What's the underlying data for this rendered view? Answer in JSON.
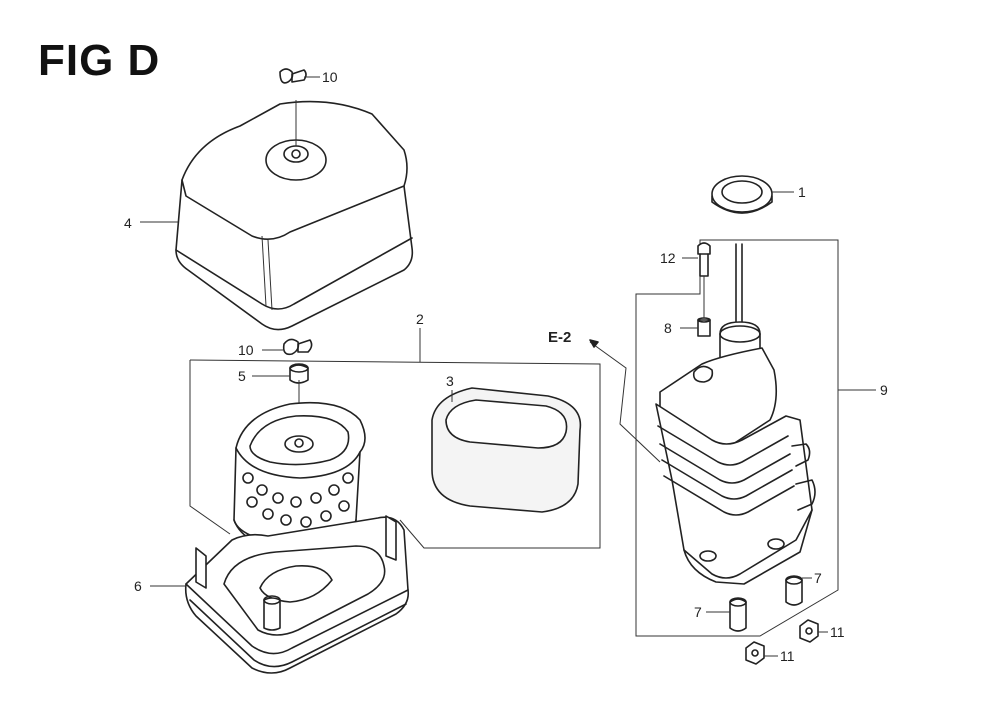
{
  "figure": {
    "title": "FIG D",
    "reference": "E-2"
  },
  "callouts": {
    "c1": "1",
    "c2": "2",
    "c3": "3",
    "c4": "4",
    "c5": "5",
    "c6": "6",
    "c7a": "7",
    "c7b": "7",
    "c8": "8",
    "c9": "9",
    "c10a": "10",
    "c10b": "10",
    "c11a": "11",
    "c11b": "11",
    "c12": "12"
  }
}
